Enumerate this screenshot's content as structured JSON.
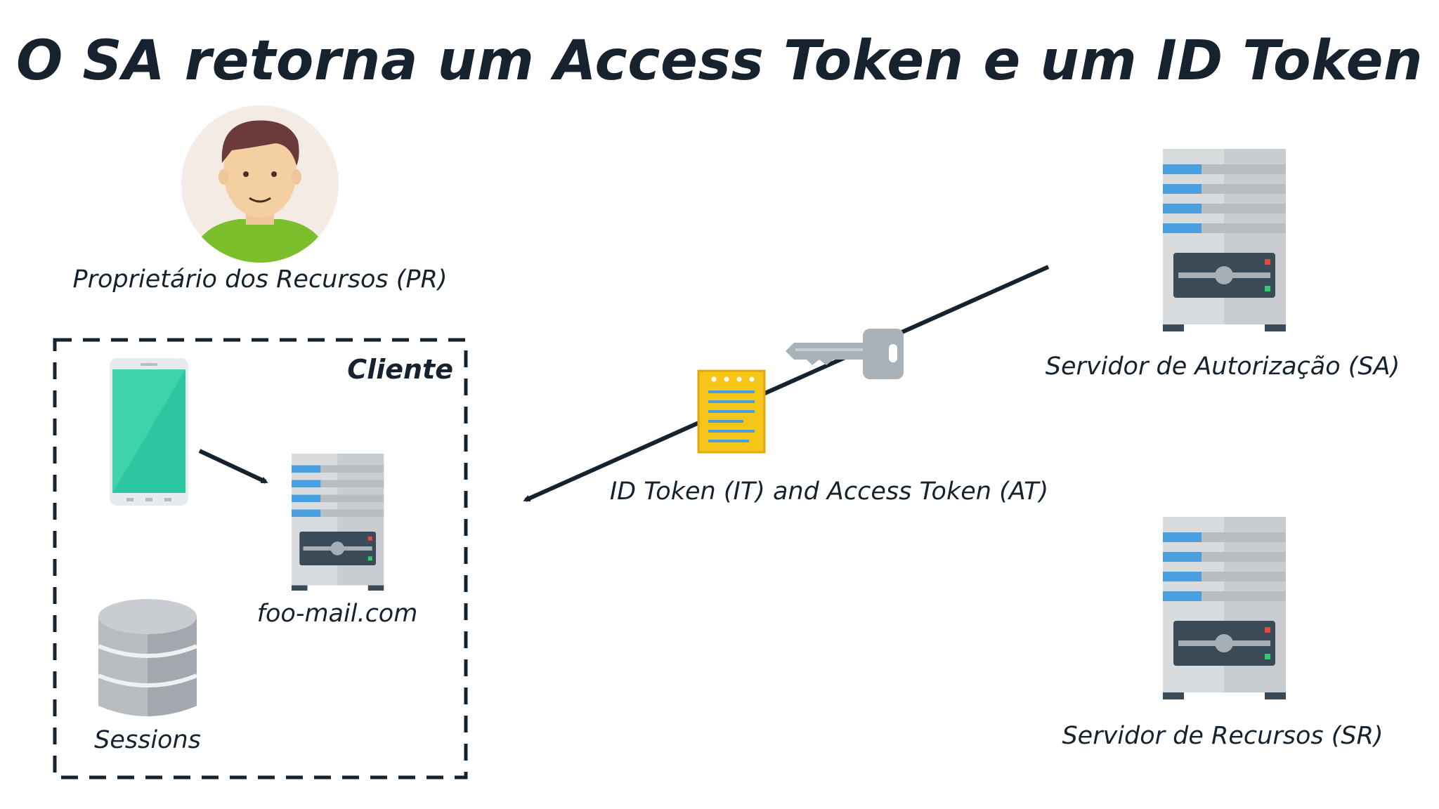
{
  "title": "O SA retorna um Access Token e um ID Token",
  "resource_owner": {
    "label": "Proprietário dos Recursos (PR)",
    "icon": "person-avatar-icon"
  },
  "client": {
    "label": "Cliente",
    "server_label": "foo-mail.com",
    "sessions_label": "Sessions",
    "phone_icon": "smartphone-icon",
    "server_icon": "server-icon",
    "database_icon": "database-icon"
  },
  "authorization_server": {
    "label": "Servidor de Autorização (SA)",
    "icon": "server-icon"
  },
  "resource_server": {
    "label": "Servidor de Recursos (SR)",
    "icon": "server-icon"
  },
  "flow": {
    "label": "ID Token (IT) and Access Token (AT)",
    "document_icon": "id-token-document-icon",
    "key_icon": "access-token-key-icon"
  },
  "colors": {
    "text": "#16232e",
    "server_body": "#d5d8db",
    "server_panel": "#3b4a57",
    "server_stripe": "#4a9fe0",
    "phone_screen": "#2cc7a0",
    "avatar_shirt": "#7cbf2c",
    "token_doc": "#f5c518",
    "key": "#aab2b9"
  }
}
